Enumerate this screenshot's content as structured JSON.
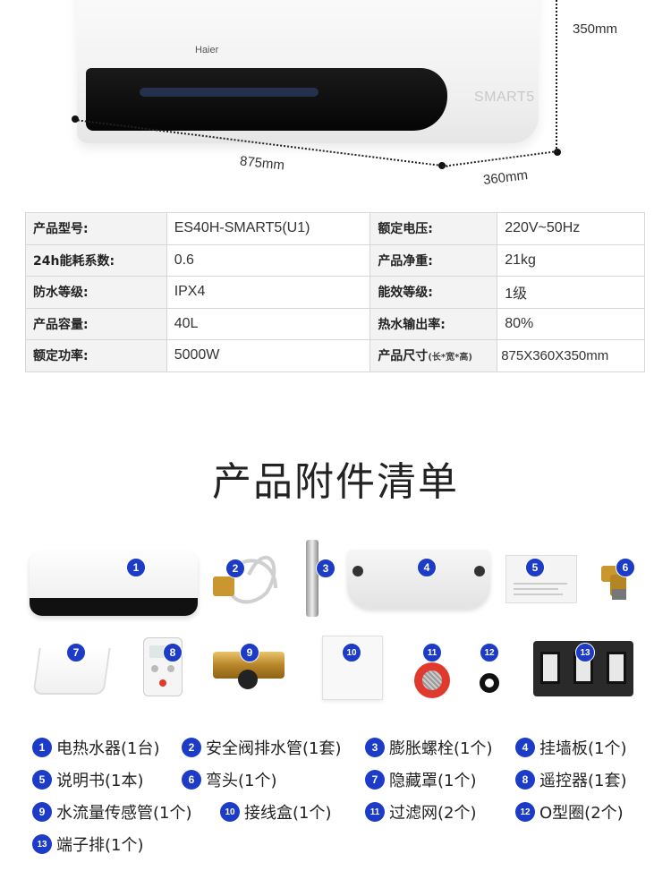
{
  "dimensions": {
    "height": "350mm",
    "width": "875mm",
    "depth": "360mm"
  },
  "product": {
    "brand": "Haier",
    "badge": "SMART5"
  },
  "spec_table": [
    {
      "k1": "产品型号:",
      "v1": "ES40H-SMART5(U1)",
      "k2": "额定电压:",
      "v2": "220V~50Hz"
    },
    {
      "k1": "24h能耗系数:",
      "v1": "0.6",
      "k2": "产品净重:",
      "v2": "21kg"
    },
    {
      "k1": "防水等级:",
      "v1": "IPX4",
      "k2": "能效等级:",
      "v2": "1级"
    },
    {
      "k1": "产品容量:",
      "v1": "40L",
      "k2": "热水输出率:",
      "v2": "80%"
    },
    {
      "k1": "额定功率:",
      "v1": "5000W",
      "k2": "产品尺寸",
      "k2_note": "(长*宽*高)",
      "v2": "875X360X350mm"
    }
  ],
  "section_title": "产品附件清单",
  "accessories": [
    {
      "num": "1",
      "label": "电热水器(1台)"
    },
    {
      "num": "2",
      "label": "安全阀排水管(1套)"
    },
    {
      "num": "3",
      "label": "膨胀螺栓(1个)"
    },
    {
      "num": "4",
      "label": "挂墙板(1个)"
    },
    {
      "num": "5",
      "label": "说明书(1本)"
    },
    {
      "num": "6",
      "label": "弯头(1个)"
    },
    {
      "num": "7",
      "label": "隐藏罩(1个)"
    },
    {
      "num": "8",
      "label": "遥控器(1套)"
    },
    {
      "num": "9",
      "label": "水流量传感管(1个)"
    },
    {
      "num": "10",
      "label": "接线盒(1个)"
    },
    {
      "num": "11",
      "label": "过滤网(2个)"
    },
    {
      "num": "12",
      "label": "O型圈(2个)"
    },
    {
      "num": "13",
      "label": "端子排(1个)"
    }
  ],
  "colors": {
    "badge_blue": "#1c3cc8",
    "table_key_bg": "#f3f3f3",
    "table_border": "#d7d7d7"
  }
}
